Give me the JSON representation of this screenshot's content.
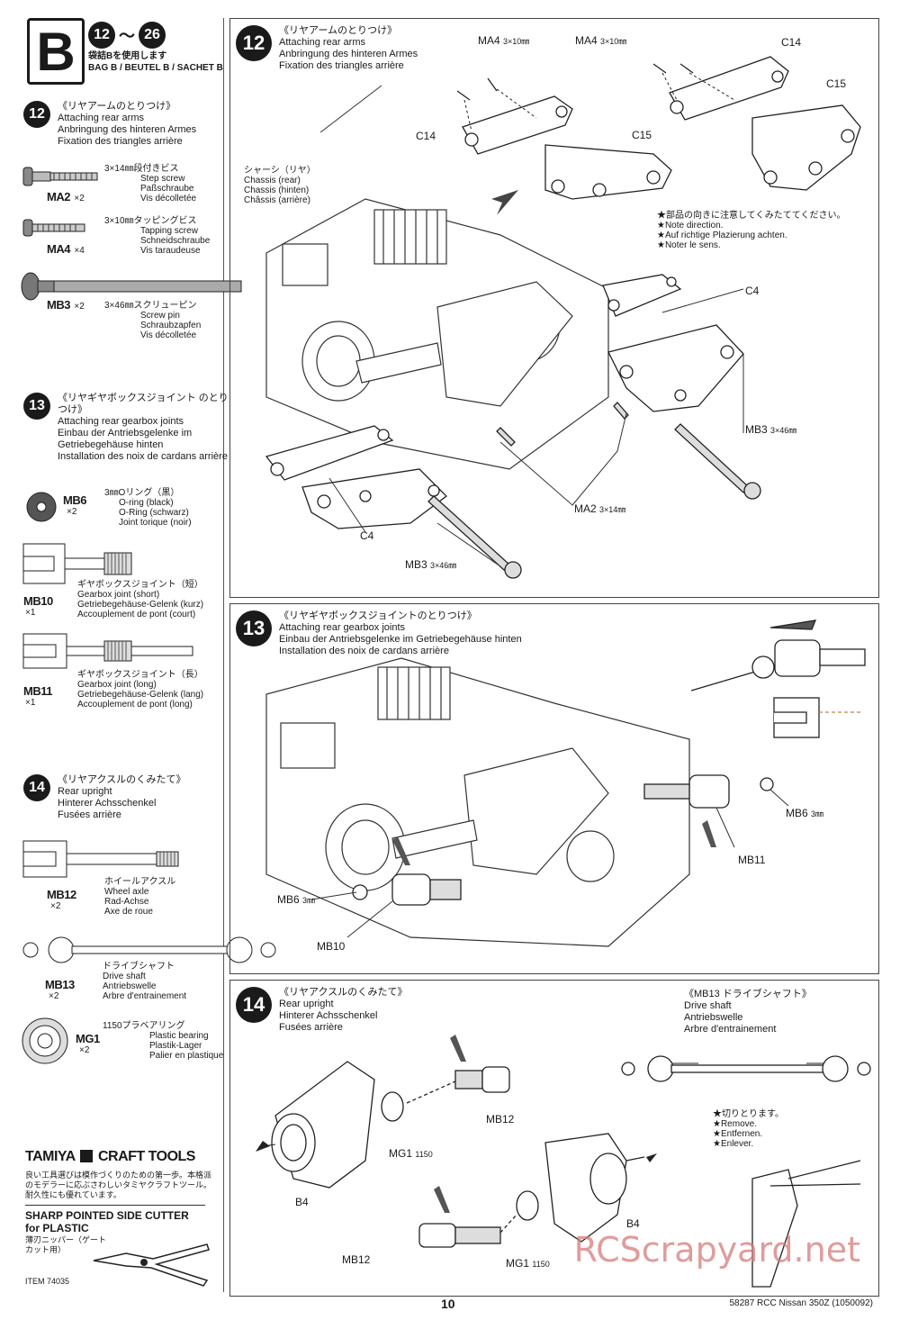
{
  "bag": {
    "letter": "B",
    "range_start": "12",
    "range_sep": "〜",
    "range_end": "26",
    "note_jp": "袋詰Bを使用します",
    "note": "BAG B / BEUTEL B / SACHET B"
  },
  "sidebar": {
    "step12": {
      "number": "12",
      "title_jp": "《リヤアームのとりつけ》",
      "title_en": "Attaching rear arms",
      "title_de": "Anbringung des hinteren Armes",
      "title_fr": "Fixation des triangles arrière"
    },
    "ma2": {
      "code": "MA2",
      "qty": "×2",
      "jp": "3×14㎜段付きビス",
      "en": "Step screw",
      "de": "Paßschraube",
      "fr": "Vis décolletée"
    },
    "ma4": {
      "code": "MA4",
      "qty": "×4",
      "jp": "3×10㎜タッピングビス",
      "en": "Tapping screw",
      "de": "Schneidschraube",
      "fr": "Vis taraudeuse"
    },
    "mb3": {
      "code": "MB3",
      "qty": "×2",
      "jp": "3×46㎜スクリューピン",
      "en": "Screw pin",
      "de": "Schraubzapfen",
      "fr": "Vis décolletée"
    },
    "step13": {
      "number": "13",
      "title_jp": "《リヤギヤボックスジョイント のとりつけ》",
      "title_en": "Attaching rear gearbox joints",
      "title_de": "Einbau der Antriebsgelenke im Getriebegehäuse hinten",
      "title_fr": "Installation des noix de cardans arrière"
    },
    "mb6": {
      "code": "MB6",
      "qty": "×2",
      "jp": "3㎜Oリング（黒）",
      "en": "O-ring (black)",
      "de": "O-Ring (schwarz)",
      "fr": "Joint torique (noir)"
    },
    "mb10": {
      "code": "MB10",
      "qty": "×1",
      "jp": "ギヤボックスジョイント（短）",
      "en": "Gearbox joint (short)",
      "de": "Getriebegehäuse-Gelenk (kurz)",
      "fr": "Accouplement de pont (court)"
    },
    "mb11": {
      "code": "MB11",
      "qty": "×1",
      "jp": "ギヤボックスジョイント（長）",
      "en": "Gearbox joint (long)",
      "de": "Getriebegehäuse-Gelenk (lang)",
      "fr": "Accouplement de pont (long)"
    },
    "step14": {
      "number": "14",
      "title_jp": "《リヤアクスルのくみたて》",
      "title_en": "Rear upright",
      "title_de": "Hinterer Achsschenkel",
      "title_fr": "Fusées arrière"
    },
    "mb12": {
      "code": "MB12",
      "qty": "×2",
      "jp": "ホイールアクスル",
      "en": "Wheel axle",
      "de": "Rad-Achse",
      "fr": "Axe de roue"
    },
    "mb13": {
      "code": "MB13",
      "qty": "×2",
      "jp": "ドライブシャフト",
      "en": "Drive shaft",
      "de": "Antriebswelle",
      "fr": "Arbre d'entrainement"
    },
    "mg1": {
      "code": "MG1",
      "qty": "×2",
      "jp": "1150プラベアリング",
      "en": "Plastic bearing",
      "de": "Plastik-Lager",
      "fr": "Palier en plastique"
    }
  },
  "tools": {
    "brand": "TAMIYA",
    "title": "CRAFT TOOLS",
    "note_jp": "良い工具選びは模作づくりのための第一歩。本格派のモデラーに応ぶさわしいタミヤクラフトツール。耐久性にも優れています。",
    "sub_en_1": "SHARP POINTED SIDE CUTTER",
    "sub_en_2": "for PLASTIC",
    "sub_jp": "薄刃ニッパー（ゲートカット用）",
    "item": "ITEM 74035"
  },
  "panel12": {
    "number": "12",
    "title_jp": "《リヤアームのとりつけ》",
    "title_en": "Attaching rear arms",
    "title_de": "Anbringung des hinteren Armes",
    "title_fr": "Fixation des triangles arrière",
    "ma4_left": "MA4",
    "ma4_left_size": "3×10㎜",
    "ma4_right": "MA4",
    "ma4_right_size": "3×10㎜",
    "c14_left": "C14",
    "c15_left": "C15",
    "c14_right": "C14",
    "c15_right": "C15",
    "chassis_jp": "シャーシ（リヤ）",
    "chassis_en": "Chassis (rear)",
    "chassis_de": "Chassis (hinten)",
    "chassis_fr": "Châssis (arrière)",
    "note_jp": "★部品の向きに注意してくみたててください。",
    "note_en": "★Note direction.",
    "note_de": "★Auf richtige Plazierung achten.",
    "note_fr": "★Noter le sens.",
    "c4_right": "C4",
    "mb3_right": "MB3",
    "mb3_right_size": "3×46㎜",
    "ma2": "MA2",
    "ma2_size": "3×14㎜",
    "c4_left": "C4",
    "mb3_left": "MB3",
    "mb3_left_size": "3×46㎜"
  },
  "panel13": {
    "number": "13",
    "title_jp": "《リヤギヤボックスジョイントのとりつけ》",
    "title_en": "Attaching rear gearbox joints",
    "title_de": "Einbau der Antriebsgelenke im Getriebegehäuse hinten",
    "title_fr": "Installation des noix de cardans arrière",
    "mb6_right": "MB6",
    "mb6_right_size": "3㎜",
    "mb11": "MB11",
    "mb6_left": "MB6",
    "mb6_left_size": "3㎜",
    "mb10": "MB10"
  },
  "panel14": {
    "number": "14",
    "title_jp": "《リヤアクスルのくみたて》",
    "title_en": "Rear upright",
    "title_de": "Hinterer Achsschenkel",
    "title_fr": "Fusées arrière",
    "mb13_title_jp": "《MB13 ドライブシャフト》",
    "mb13_en": "Drive shaft",
    "mb13_de": "Antriebswelle",
    "mb13_fr": "Arbre d'entrainement",
    "remove_jp": "★切りとります。",
    "remove_en": "★Remove.",
    "remove_de": "★Entfernen.",
    "remove_fr": "★Enlever.",
    "mb12_top": "MB12",
    "mg1_top": "MG1",
    "mg1_top_size": "1150",
    "b4_left": "B4",
    "b4_right": "B4",
    "mb12_bottom": "MB12",
    "mg1_bottom": "MG1",
    "mg1_bottom_size": "1150"
  },
  "footer": {
    "page": "10",
    "info": "58287  RCC Nissan 350Z (1050092)"
  },
  "watermark": "RCScrapyard.net"
}
